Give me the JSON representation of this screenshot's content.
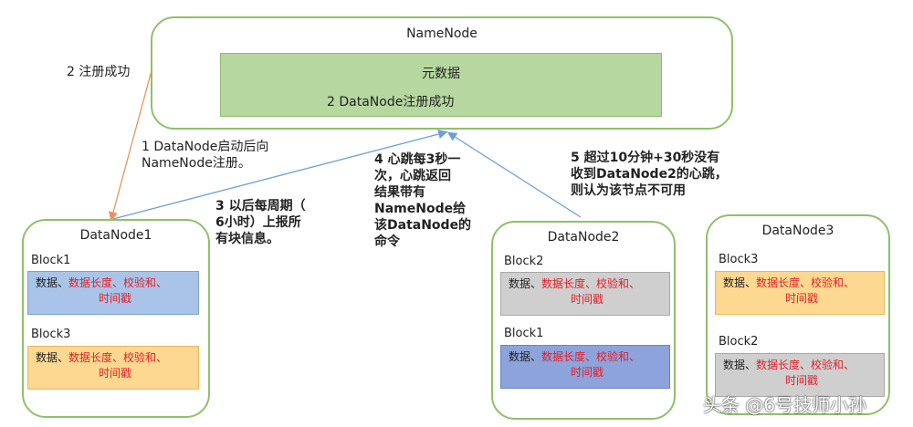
{
  "namenode": {
    "title": "NameNode",
    "metadata_title": "元数据",
    "metadata_status": "2 DataNode注册成功"
  },
  "datanodes": [
    {
      "title": "DataNode1",
      "blocks": [
        {
          "label": "Block1",
          "lead": "数据、",
          "detail": "数据长度、校验和、",
          "line2": "时间戳"
        },
        {
          "label": "Block3",
          "lead": "数据、",
          "detail": "数据长度、校验和、",
          "line2": "时间戳"
        }
      ]
    },
    {
      "title": "DataNode2",
      "blocks": [
        {
          "label": "Block2",
          "lead": "数据、",
          "detail": "数据长度、校验和、",
          "line2": "时间戳"
        },
        {
          "label": "Block1",
          "lead": "数据、",
          "detail": "数据长度、校验和、",
          "line2": "时间戳"
        }
      ]
    },
    {
      "title": "DataNode3",
      "blocks": [
        {
          "label": "Block3",
          "lead": "数据、",
          "detail": "数据长度、校验和、",
          "line2": "时间戳"
        },
        {
          "label": "Block2",
          "lead": "数据、",
          "detail": "数据长度、校验和、",
          "line2": "时间戳"
        }
      ]
    }
  ],
  "annotations": {
    "register_success": "2 注册成功",
    "startup_register": [
      "1 DataNode启动后向",
      "NameNode注册。"
    ],
    "periodic_report": [
      "3 以后每周期（",
      "6小时）上报所",
      "有块信息。"
    ],
    "heartbeat": [
      "4 心跳每3秒一",
      "次，心跳返回",
      "结果带有",
      "NameNode给",
      "该DataNode的",
      "命令"
    ],
    "timeout": [
      "5 超过10分钟+30秒没有",
      "收到DataNode2的心跳，",
      "则认为该节点不可用"
    ]
  },
  "watermark": "头条 @6号技师小孙",
  "colors": {
    "box_border": "#8fc06a",
    "metadata_fill": "#b6d7a0",
    "arrow_orange": "#e8955c",
    "arrow_blue": "#6f9fd8",
    "highlight_text": "#e0202a"
  }
}
